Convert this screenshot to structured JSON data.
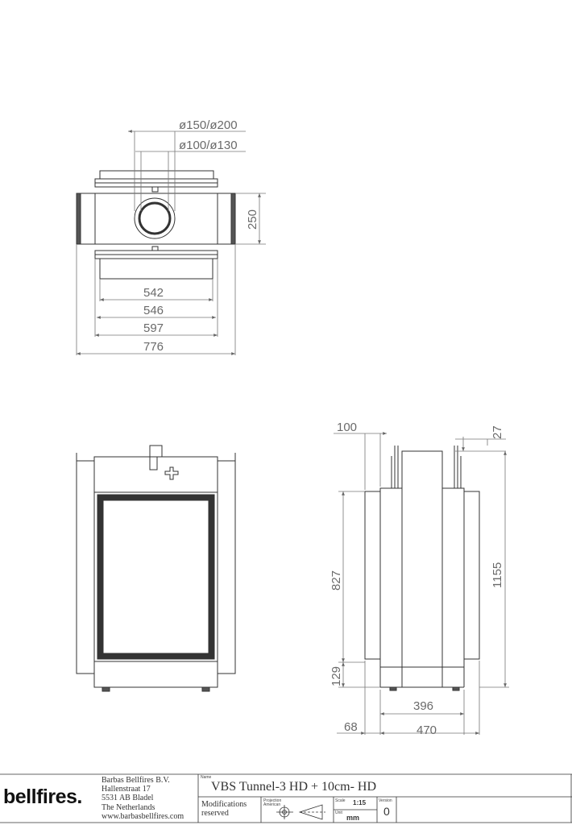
{
  "top_view": {
    "flue_outer": "ø150/ø200",
    "flue_inner": "ø100/ø130",
    "depth": "250",
    "width_542": "542",
    "width_546": "546",
    "width_597": "597",
    "width_776": "776"
  },
  "side_view": {
    "dim_100": "100",
    "dim_27": "27",
    "dim_827": "827",
    "dim_1155": "1155",
    "dim_129": "129",
    "dim_396": "396",
    "dim_68": "68",
    "dim_470": "470"
  },
  "title_block": {
    "logo": "bellfires.",
    "company_lines": [
      "Barbas Bellfires B.V.",
      "Hallenstraat 17",
      "5531 AB Bladel",
      "The Netherlands",
      "www.barbasbellfires.com"
    ],
    "name_label": "Name",
    "name": "VBS Tunnel-3 HD + 10cm- HD",
    "modifications": "Modifications reserved",
    "projection_label": "Projection",
    "projection_sub": "American",
    "scale_label": "Scale",
    "scale": "1:15",
    "unit_label": "Unit",
    "unit": "mm",
    "version_label": "Version",
    "version": "0"
  }
}
